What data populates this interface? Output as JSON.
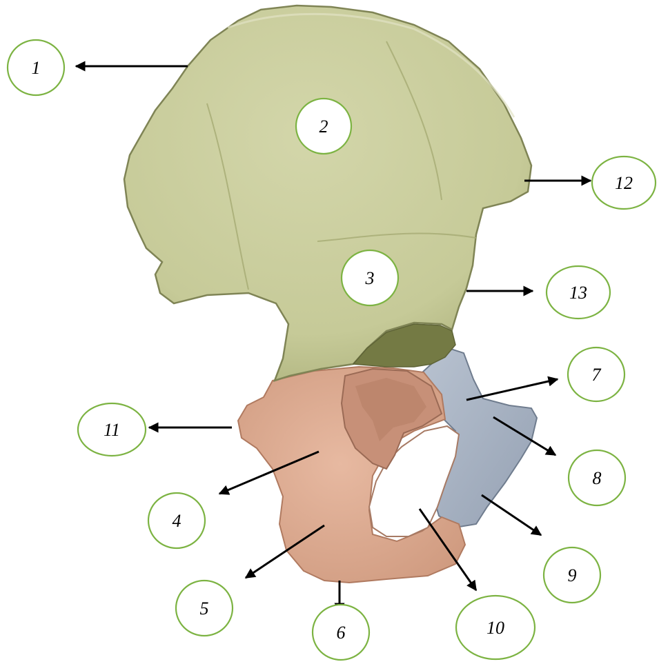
{
  "figure": {
    "labels": [
      {
        "id": "1",
        "text": "1"
      },
      {
        "id": "2",
        "text": "2"
      },
      {
        "id": "3",
        "text": "3"
      },
      {
        "id": "4",
        "text": "4"
      },
      {
        "id": "5",
        "text": "5"
      },
      {
        "id": "6",
        "text": "6"
      },
      {
        "id": "7",
        "text": "7"
      },
      {
        "id": "8",
        "text": "8"
      },
      {
        "id": "9",
        "text": "9"
      },
      {
        "id": "10",
        "text": "10"
      },
      {
        "id": "11",
        "text": "11"
      },
      {
        "id": "12",
        "text": "12"
      },
      {
        "id": "13",
        "text": "13"
      }
    ]
  },
  "colors": {
    "ilium": "#c9cc9e",
    "ilium_edge": "#7f8455",
    "ischium": "#ddab92",
    "ischium_edge": "#b07a60",
    "pubis": "#a9b4c4",
    "pubis_edge": "#6f7c8e",
    "acetabulum_shadow": "#747a44",
    "callout_stroke": "#7cb342",
    "arrow": "#000000",
    "background": "#ffffff"
  }
}
